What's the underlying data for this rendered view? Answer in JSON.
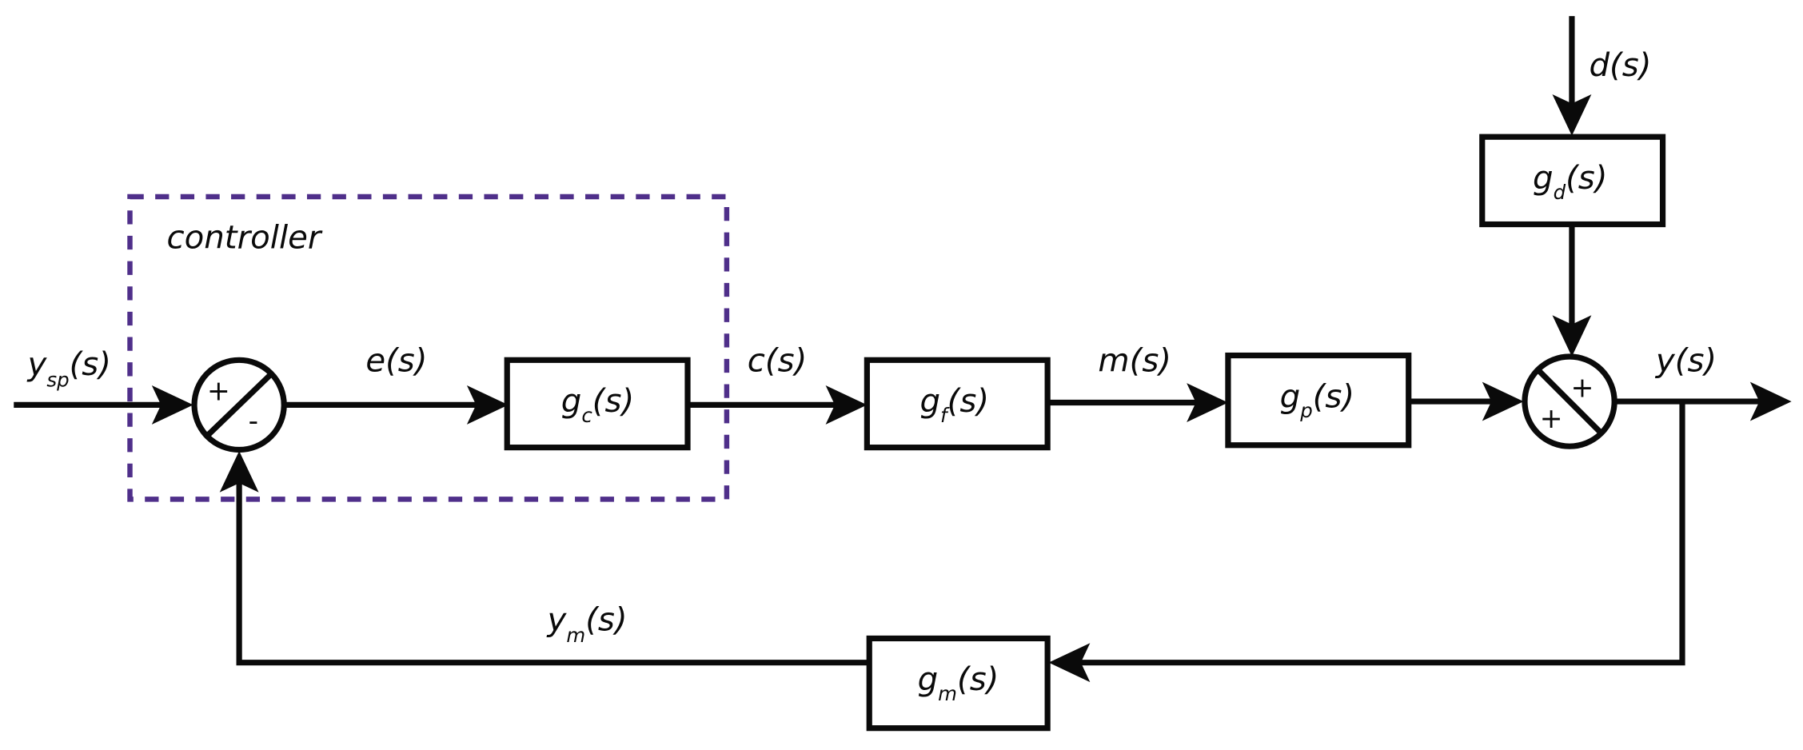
{
  "controller_label": "controller",
  "signals": {
    "ysp": {
      "main": "y",
      "sub": "sp",
      "tail": "(s)"
    },
    "e": "e(s)",
    "c": "c(s)",
    "m": "m(s)",
    "y": "y(s)",
    "d": "d(s)",
    "ym": {
      "main": "y",
      "sub": "m",
      "tail": "(s)"
    }
  },
  "blocks": {
    "gc": {
      "main": "g",
      "sub": "c",
      "tail": "(s)"
    },
    "gf": {
      "main": "g",
      "sub": "f",
      "tail": "(s)"
    },
    "gp": {
      "main": "g",
      "sub": "p",
      "tail": "(s)"
    },
    "gd": {
      "main": "g",
      "sub": "d",
      "tail": "(s)"
    },
    "gm": {
      "main": "g",
      "sub": "m",
      "tail": "(s)"
    }
  },
  "summing_junctions": {
    "comparator": {
      "top": "+",
      "bottom": "-"
    },
    "disturbance_sum": {
      "top": "+",
      "bottom": "+"
    }
  },
  "colors": {
    "controller_border": "#4f2f8a",
    "line": "#0a0a0a"
  }
}
